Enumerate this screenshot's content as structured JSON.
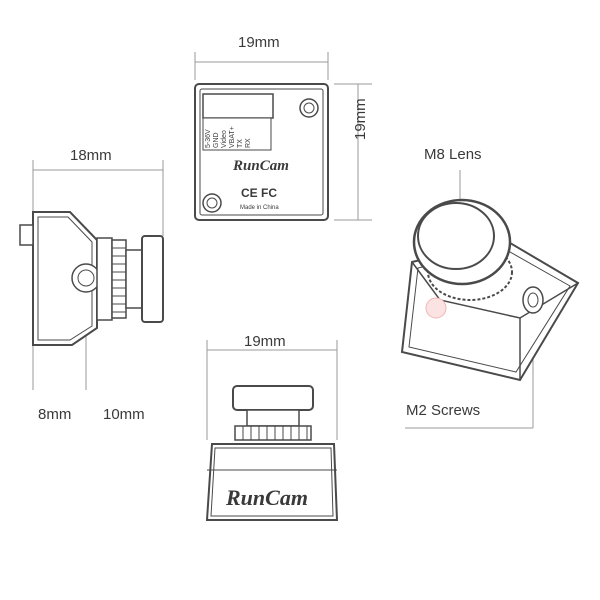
{
  "dimensions": {
    "back_width": "19mm",
    "back_height": "19mm",
    "side_length": "18mm",
    "side_segment_a": "8mm",
    "side_segment_b": "10mm",
    "front_width": "19mm"
  },
  "callouts": {
    "lens": "M8 Lens",
    "screws": "M2 Screws"
  },
  "back_panel": {
    "pin_labels": [
      "5-36V",
      "GND",
      "Video",
      "VBAT+",
      "TX",
      "RX"
    ],
    "brand_logo": "RunCam",
    "cert_marks": "CE FC",
    "made_in": "Made in China"
  },
  "front_panel": {
    "brand_logo": "RunCam"
  },
  "colors": {
    "line": "#4a4a4a",
    "dim_line": "#9a9a9a",
    "text": "#3a3a3a",
    "watermark": "#f2b5b5"
  }
}
